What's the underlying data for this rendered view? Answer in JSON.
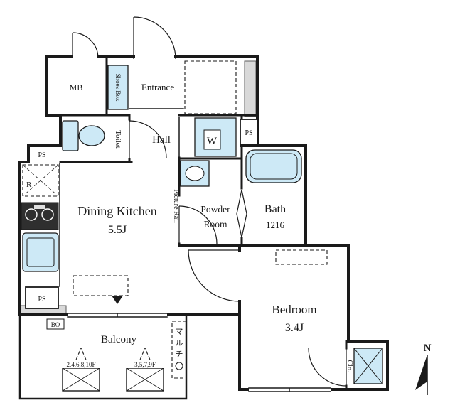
{
  "colors": {
    "fixture_fill": "#cde9f6",
    "wall": "#1a1a1a",
    "column_gray": "#d9d9d9",
    "background": "#ffffff"
  },
  "labels": {
    "mb": "MB",
    "shoes_box": "Shoes Box",
    "entrance": "Entrance",
    "toilet": "Toilet",
    "hall": "Hall",
    "washer": "W",
    "ps_top": "PS",
    "ps_left": "PS",
    "ps_bottom": "PS",
    "fridge": "R",
    "dk_name": "Dining Kitchen",
    "dk_size": "5.5J",
    "picture_rail": "Picture Rail",
    "powder_line1": "Powder",
    "powder_line2": "Room",
    "bath_name": "Bath",
    "bath_size": "1216",
    "bedroom_name": "Bedroom",
    "bedroom_size": "3.4J",
    "balcony": "Balcony",
    "bo": "BO",
    "floors_even": "2,4,6,8,10F",
    "floors_odd": "3,5,7,9F",
    "multi_1": "マ",
    "multi_2": "ル",
    "multi_3": "チ",
    "closet": "Clo.",
    "north": "N"
  }
}
